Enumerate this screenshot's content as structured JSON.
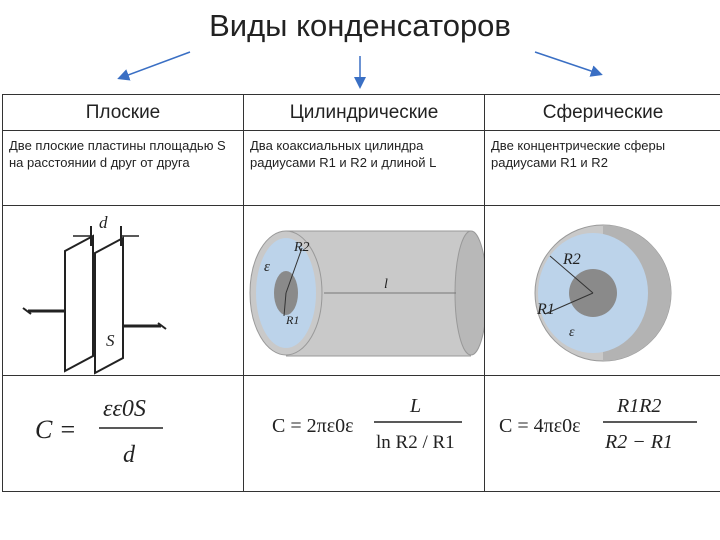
{
  "title": "Виды конденсаторов",
  "columns": [
    {
      "header": "Плоские",
      "description": "Две плоские пластины площадью S на расстоянии d друг от друга",
      "figure_labels": {
        "distance": "d",
        "area": "S"
      },
      "formula": {
        "lhs": "C =",
        "numerator": "εε0S",
        "denominator": "d"
      }
    },
    {
      "header": "Цилиндрические",
      "description": "Два коаксиальных цилиндра радиусами R1 и R2 и длиной L",
      "figure_labels": {
        "eps": "ε",
        "r2": "R2",
        "r1": "R1",
        "length": "l"
      },
      "formula": {
        "lhs": "C = 2πε0ε",
        "numerator": "L",
        "denominator": "ln R2 / R1"
      }
    },
    {
      "header": "Сферические",
      "description": "Две концентрические сферы радиусами R1 и R2",
      "figure_labels": {
        "r2": "R2",
        "r1": "R1",
        "eps": "ε"
      },
      "formula": {
        "lhs": "C = 4πε0ε",
        "numerator": "R1R2",
        "denominator": "R2 − R1"
      }
    }
  ],
  "colors": {
    "arrow": "#3a6fc4",
    "fill_blue": "#bcd3ea",
    "metal": "#c9c9c9",
    "core": "#8a8a8a"
  }
}
